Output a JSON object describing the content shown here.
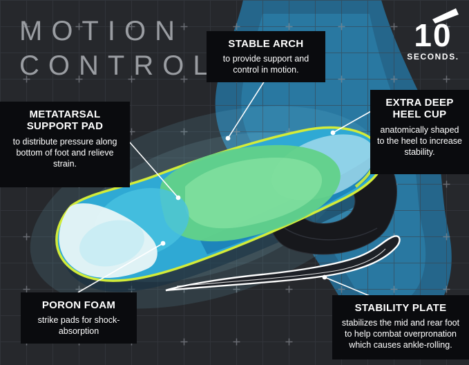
{
  "title": {
    "line1": "MOTION",
    "line2": "CONTROL"
  },
  "logo": {
    "number": "10",
    "word": "SECONDS."
  },
  "callouts": {
    "stable_arch": {
      "heading": "STABLE ARCH",
      "body": "to provide support and control in motion."
    },
    "heel_cup": {
      "heading": "EXTRA DEEP HEEL CUP",
      "body": "anatomically shaped to the heel to increase stability."
    },
    "metatarsal": {
      "heading": "METATARSAL SUPPORT PAD",
      "body": "to distribute pressure along bottom of foot and relieve strain."
    },
    "poron": {
      "heading": "PORON FOAM",
      "body": "strike pads for shock-absorption"
    },
    "stability_plate": {
      "heading": "STABILITY PLATE",
      "body": "stabilizes the mid and rear foot to help combat overpronation which causes ankle-rolling."
    }
  },
  "colors": {
    "background": "#26282c",
    "callout_black": "#0a0b0e",
    "title_gray": "#9a9da2",
    "accent_yellow_green": "#d3ec39",
    "insole_teal": "#2fa9d4",
    "insole_deep_blue": "#1a7fb5",
    "pad_green": "#62d189",
    "toe_white": "#e9f5f7",
    "foot_blue": "#2579a6",
    "carbon_black": "#17181c",
    "line_white": "#ffffff"
  }
}
